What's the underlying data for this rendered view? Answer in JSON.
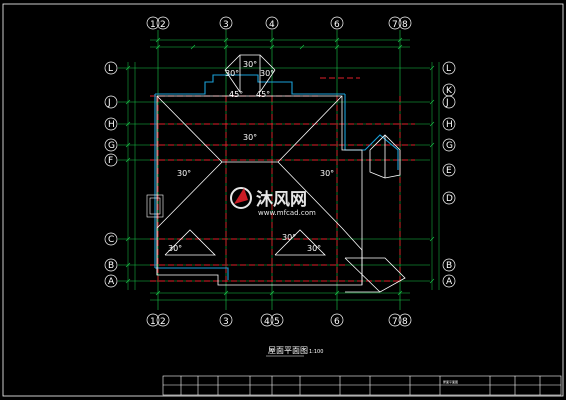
{
  "drawing": {
    "title": "屋面平面图",
    "scale": "1:100"
  },
  "colors": {
    "background": "#000000",
    "axis_grid": "#19c94a",
    "roof_outline": "#ffffff",
    "wall_dashed": "#e0202a",
    "gutter": "#1aa0d8",
    "dimension": "#19c94a",
    "frame": "#ffffff"
  },
  "axes": {
    "top": [
      "1",
      "2",
      "3",
      "4",
      "6",
      "7",
      "8"
    ],
    "bottom": [
      "1",
      "2",
      "3",
      "4",
      "5",
      "6",
      "7",
      "8"
    ],
    "left": [
      "L",
      "J",
      "H",
      "G",
      "F",
      "C",
      "B",
      "A"
    ],
    "right": [
      "L",
      "K",
      "J",
      "H",
      "G",
      "E",
      "D",
      "B",
      "A"
    ]
  },
  "roof_slopes": [
    "30°",
    "30°",
    "30°",
    "45°",
    "45°",
    "30°",
    "30°",
    "30°",
    "30°",
    "30°",
    "30°"
  ],
  "watermark": {
    "text": "沐风网",
    "url": "www.mfcad.com"
  },
  "title_block": {
    "project_label": "屋面平面图"
  }
}
